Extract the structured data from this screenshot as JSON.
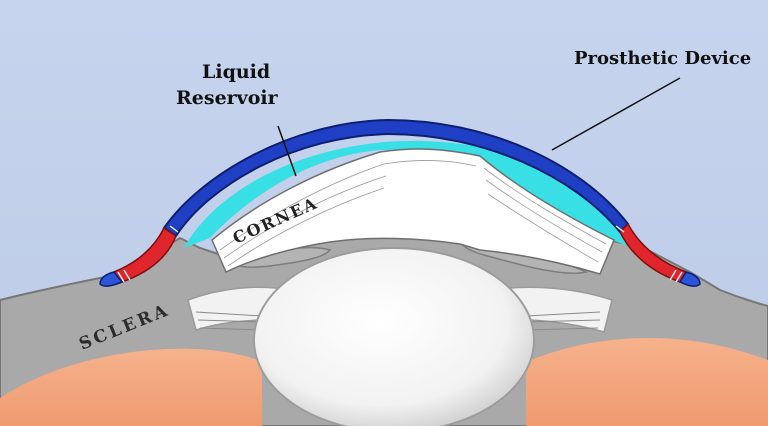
{
  "labels": {
    "liquid_reservoir_line1": "Liquid",
    "liquid_reservoir_line2": "Reservoir",
    "prosthetic_device": "Prosthetic Device",
    "cornea": "CORNEA",
    "sclera": "SCLERA"
  },
  "colors": {
    "background": "#c4d2ec",
    "device_blue": "#1f3fc4",
    "device_red": "#e0262c",
    "reservoir_cyan": "#38e0e6",
    "tissue_gray": "#a7a7a7",
    "cornea_white": "#ffffff",
    "lens_white": "#efefef",
    "skin_orange": "#f4a57c"
  }
}
